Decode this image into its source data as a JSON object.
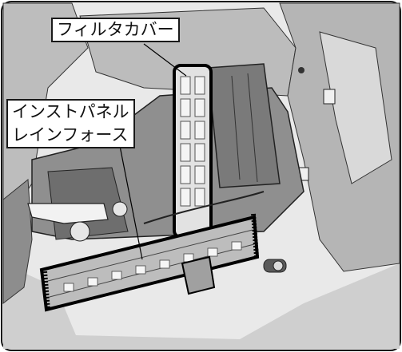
{
  "labels": {
    "filter_cover": "フィルタカバー",
    "panel_brace_line1": "インストパネル",
    "panel_brace_line2": "レインフォース"
  },
  "colors": {
    "outline": "#1a1a1a",
    "panel_fill": "#9e9e9e",
    "dark_fill": "#5a5a5a",
    "light_fill": "#d4d4d4",
    "floor_fill": "#c9c9c9",
    "highlight_line": "#000000"
  }
}
